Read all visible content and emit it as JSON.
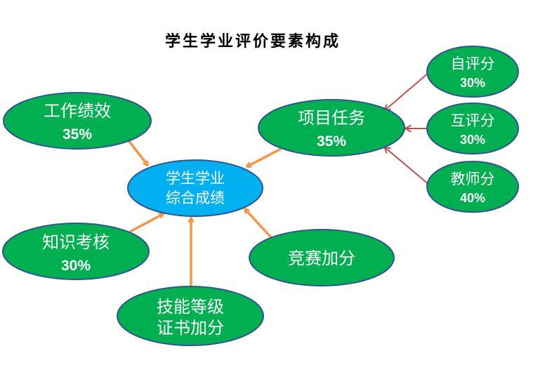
{
  "title": "学生学业评价要素构成",
  "colors": {
    "green": "#00b050",
    "blue": "#00b0f0",
    "stroke": "#2f5597",
    "orange_arrow": "#f79646",
    "red_arrow": "#c0504d"
  },
  "center": {
    "line1": "学生学业",
    "line2": "综合成绩"
  },
  "nodes": [
    {
      "id": "work",
      "label": "工作绩效",
      "value": "35%"
    },
    {
      "id": "project",
      "label": "项目任务",
      "value": "35%"
    },
    {
      "id": "knowledge",
      "label": "知识考核",
      "value": "30%"
    },
    {
      "id": "contest",
      "label": "竞赛加分"
    },
    {
      "id": "cert",
      "line1": "技能等级",
      "line2": "证书加分"
    }
  ],
  "sub_nodes": [
    {
      "label": "自评分",
      "value": "30%"
    },
    {
      "label": "互评分",
      "value": "30%"
    },
    {
      "label": "教师分",
      "value": "40%"
    }
  ]
}
